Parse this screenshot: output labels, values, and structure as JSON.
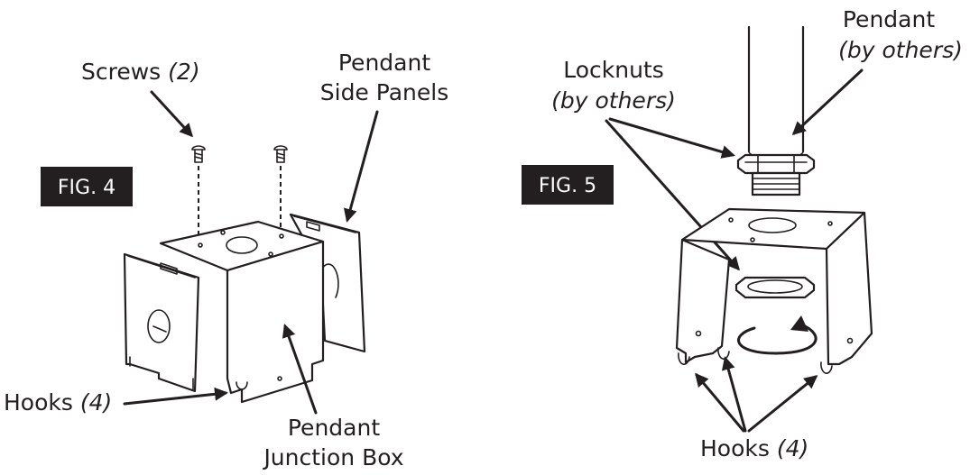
{
  "fig4": {
    "tag": "FIG. 4",
    "screws": {
      "text": "Screws ",
      "qty": "(2)"
    },
    "side_panels": {
      "line1": "Pendant",
      "line2": "Side Panels"
    },
    "hooks": {
      "text": "Hooks ",
      "qty": "(4)"
    },
    "junction_box": {
      "line1": "Pendant",
      "line2": "Junction Box"
    }
  },
  "fig5": {
    "tag": "FIG. 5",
    "pendant": {
      "line1": "Pendant",
      "line2": "(by others)"
    },
    "locknuts": {
      "line1": "Locknuts",
      "line2": "(by others)"
    },
    "hooks": {
      "text": "Hooks ",
      "qty": "(4)"
    }
  },
  "colors": {
    "ink": "#231f20",
    "tag_bg": "#231f20",
    "paper": "#ffffff"
  }
}
